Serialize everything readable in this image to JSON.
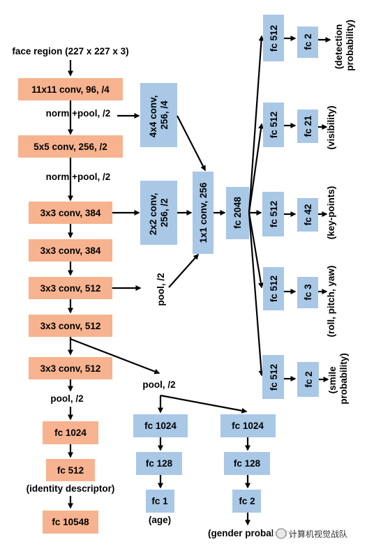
{
  "input_label": "face region (227 x 227 x 3)",
  "left_column": {
    "conv1": "11x11 conv, 96, /4",
    "norm_pool_1": "norm +pool, /2",
    "conv2": "5x5 conv, 256, /2",
    "norm_pool_2": "norm +pool, /2",
    "conv3": "3x3 conv, 384",
    "conv4": "3x3 conv, 384",
    "conv5": "3x3 conv, 512",
    "conv6": "3x3 conv, 512",
    "conv7": "3x3 conv, 512",
    "pool": "pool, /2",
    "fc1024": "fc 1024",
    "fc512": "fc 512",
    "identity_label": "(identity descriptor)",
    "fc10548": "fc 10548"
  },
  "fusion": {
    "conv4x4_line1": "4x4 conv,",
    "conv4x4_line2": "256, /4",
    "conv2x2_line1": "2x2 conv,",
    "conv2x2_line2": "256, /2",
    "pool": "pool, /2",
    "conv1x1": "1x1 conv, 256",
    "fc2048": "fc 2048"
  },
  "heads": [
    {
      "fc": "fc 512",
      "out": "fc 2",
      "label_line1": "(detection",
      "label_line2": "probability)"
    },
    {
      "fc": "fc 512",
      "out": "fc 21",
      "label_line1": "(visibility)",
      "label_line2": ""
    },
    {
      "fc": "fc 512",
      "out": "fc 42",
      "label_line1": "(key-points)",
      "label_line2": ""
    },
    {
      "fc": "fc 512",
      "out": "fc 3",
      "label_line1": "(roll, pitch, yaw)",
      "label_line2": ""
    },
    {
      "fc": "fc 512",
      "out": "fc 2",
      "label_line1": "(smile",
      "label_line2": "probability)"
    }
  ],
  "age_gender": {
    "pool": "pool, /2",
    "age_fc1024": "fc 1024",
    "age_fc128": "fc 128",
    "age_fc1": "fc 1",
    "age_label": "(age)",
    "gender_fc1024": "fc 1024",
    "gender_fc128": "fc 128",
    "gender_fc2": "fc 2",
    "gender_label": "(gender probability)"
  },
  "watermark": "计算机视觉战队",
  "colors": {
    "orange": "#f7b38f",
    "blue": "#a8c8e6"
  }
}
